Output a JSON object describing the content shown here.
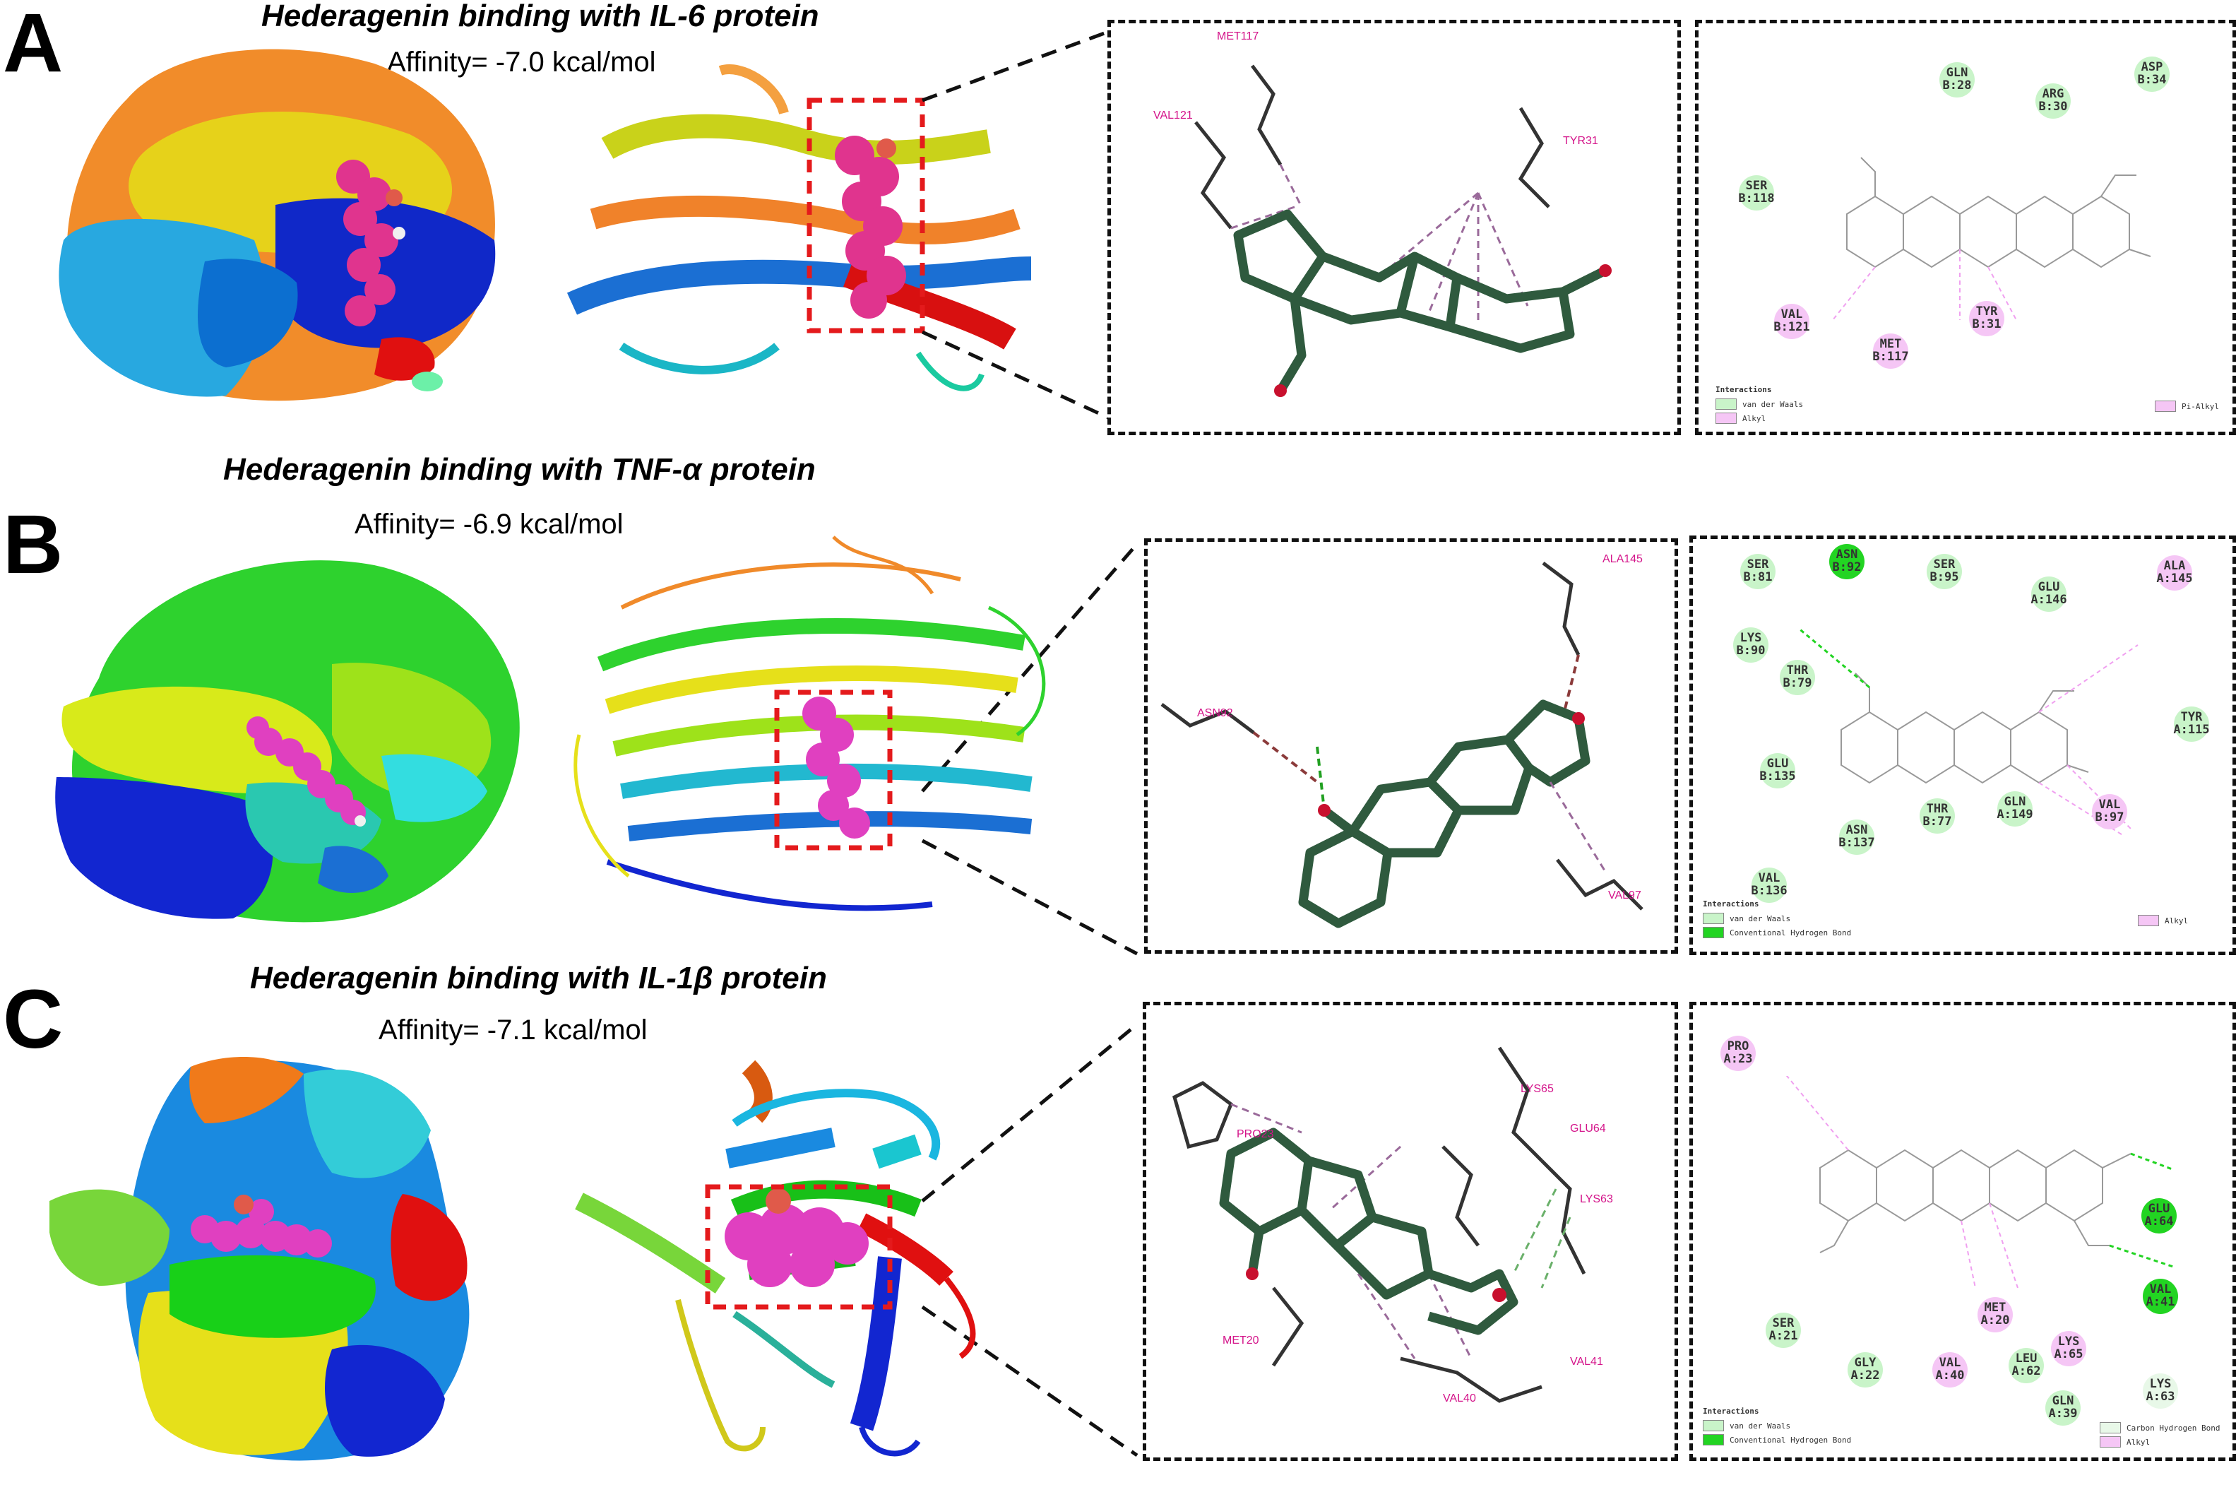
{
  "panels": [
    {
      "letter": "A",
      "title": "Hederagenin binding with IL-6 protein",
      "affinity": "Affinity= -7.0 kcal/mol",
      "residues_3d": [
        "MET117",
        "VAL121",
        "TYR31"
      ],
      "residues_2d": [
        {
          "code": "GLN",
          "pos": "B:28",
          "type": "vdw"
        },
        {
          "code": "ARG",
          "pos": "B:30",
          "type": "vdw"
        },
        {
          "code": "ASP",
          "pos": "B:34",
          "type": "vdw"
        },
        {
          "code": "SER",
          "pos": "B:118",
          "type": "vdw"
        },
        {
          "code": "VAL",
          "pos": "B:121",
          "type": "alkyl"
        },
        {
          "code": "MET",
          "pos": "B:117",
          "type": "alkyl"
        },
        {
          "code": "TYR",
          "pos": "B:31",
          "type": "alkyl"
        }
      ],
      "legend": {
        "title": "Interactions",
        "items": [
          "van der Waals",
          "Alkyl",
          "Pi-Alkyl"
        ]
      }
    },
    {
      "letter": "B",
      "title": "Hederagenin binding with TNF-α protein",
      "affinity": "Affinity= -6.9 kcal/mol",
      "residues_3d": [
        "ALA145",
        "ASN92",
        "VAL97"
      ],
      "residues_2d": [
        {
          "code": "SER",
          "pos": "B:81",
          "type": "vdw"
        },
        {
          "code": "ASN",
          "pos": "B:92",
          "type": "hbond"
        },
        {
          "code": "SER",
          "pos": "B:95",
          "type": "vdw"
        },
        {
          "code": "GLU",
          "pos": "A:146",
          "type": "vdw"
        },
        {
          "code": "ALA",
          "pos": "A:145",
          "type": "alkyl"
        },
        {
          "code": "LYS",
          "pos": "B:90",
          "type": "vdw"
        },
        {
          "code": "THR",
          "pos": "B:79",
          "type": "vdw"
        },
        {
          "code": "TYR",
          "pos": "A:115",
          "type": "vdw"
        },
        {
          "code": "GLU",
          "pos": "B:135",
          "type": "vdw"
        },
        {
          "code": "VAL",
          "pos": "B:97",
          "type": "alkyl"
        },
        {
          "code": "THR",
          "pos": "B:77",
          "type": "vdw"
        },
        {
          "code": "GLN",
          "pos": "A:149",
          "type": "vdw"
        },
        {
          "code": "ASN",
          "pos": "B:137",
          "type": "vdw"
        },
        {
          "code": "VAL",
          "pos": "B:136",
          "type": "vdw"
        }
      ],
      "legend": {
        "title": "Interactions",
        "items": [
          "van der Waals",
          "Conventional Hydrogen Bond",
          "Alkyl"
        ]
      }
    },
    {
      "letter": "C",
      "title": "Hederagenin binding with IL-1β protein",
      "affinity": "Affinity= -7.1 kcal/mol",
      "residues_3d": [
        "LYS65",
        "PRO23",
        "GLU64",
        "LYS63",
        "MET20",
        "VAL41",
        "VAL40"
      ],
      "residues_2d": [
        {
          "code": "PRO",
          "pos": "A:23",
          "type": "alkyl"
        },
        {
          "code": "GLU",
          "pos": "A:64",
          "type": "hbond"
        },
        {
          "code": "VAL",
          "pos": "A:41",
          "type": "hbond"
        },
        {
          "code": "MET",
          "pos": "A:20",
          "type": "alkyl"
        },
        {
          "code": "SER",
          "pos": "A:21",
          "type": "vdw"
        },
        {
          "code": "LYS",
          "pos": "A:65",
          "type": "alkyl"
        },
        {
          "code": "LYS",
          "pos": "A:63",
          "type": "chbond"
        },
        {
          "code": "GLY",
          "pos": "A:22",
          "type": "vdw"
        },
        {
          "code": "VAL",
          "pos": "A:40",
          "type": "alkyl"
        },
        {
          "code": "LEU",
          "pos": "A:62",
          "type": "vdw"
        },
        {
          "code": "GLN",
          "pos": "A:39",
          "type": "vdw"
        }
      ],
      "legend": {
        "title": "Interactions",
        "items": [
          "van der Waals",
          "Conventional Hydrogen Bond",
          "Carbon Hydrogen Bond",
          "Alkyl"
        ]
      }
    }
  ],
  "colors": {
    "ligand": "#e0348e",
    "ligand_stick": "#2f5a3e",
    "highlight_box": "#e41a1c",
    "vdw": "#c9f4c9",
    "hbond": "#22d422",
    "alkyl": "#f5c6f5"
  }
}
